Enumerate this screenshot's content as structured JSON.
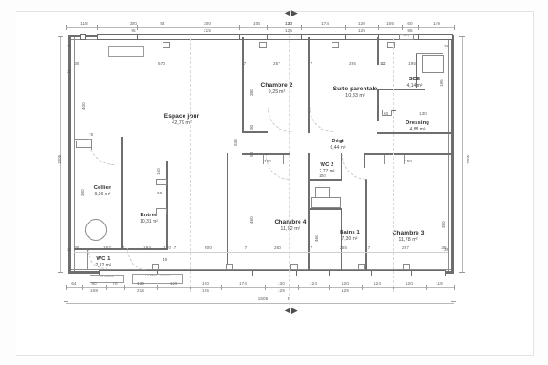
{
  "plan": {
    "type": "architectural-floor-plan",
    "language": "fr",
    "title": "Plan de maison",
    "units": "cm",
    "overall": {
      "width": "1505",
      "height_left": "1005",
      "height_right": "1005"
    }
  },
  "rooms": [
    {
      "id": "espace-jour",
      "name": "Espace jour",
      "area": "42,79 m²"
    },
    {
      "id": "chambre-2",
      "name": "Chambre 2",
      "area": "9,25 m²"
    },
    {
      "id": "suite-parentale",
      "name": "Suite parentale",
      "area": "10,33 m²"
    },
    {
      "id": "sde",
      "name": "SDE",
      "area": "4,14 m²"
    },
    {
      "id": "dressing",
      "name": "Dressing",
      "area": "4,88 m²"
    },
    {
      "id": "degt",
      "name": "Dégt",
      "area": "6,44 m²"
    },
    {
      "id": "wc-2",
      "name": "WC 2",
      "area": "2,77 m²"
    },
    {
      "id": "chambre-4",
      "name": "Chambre 4",
      "area": "11,92 m²"
    },
    {
      "id": "bains-1",
      "name": "Bains 1",
      "area": "7,30 m²"
    },
    {
      "id": "chambre-3",
      "name": "Chambre 3",
      "area": "11,78 m²"
    },
    {
      "id": "cellier",
      "name": "Cellier",
      "area": "6,26 m²"
    },
    {
      "id": "entree",
      "name": "Entrée",
      "area": "10,31 m²"
    },
    {
      "id": "wc-1",
      "name": "WC 1",
      "area": "2,12 m²"
    }
  ],
  "dimensions": {
    "top_upper": [
      "118",
      "200",
      "54",
      "300",
      "104",
      "120",
      "174",
      "120",
      "106",
      "60",
      "149"
    ],
    "top_lower": [
      "95",
      "215",
      "125",
      "125",
      "95"
    ],
    "top_center_marker": "130",
    "bottom_upper": [
      "64",
      "90",
      "70",
      "130",
      "130",
      "120",
      "174",
      "130",
      "124",
      "120",
      "124",
      "120",
      "119"
    ],
    "bottom_lower": [
      "108",
      "215",
      "125",
      "125",
      "125"
    ],
    "bottom_total": "1505",
    "bottom_center_marker": "5",
    "left": [
      "36",
      "400",
      "76",
      "36",
      "300",
      "36",
      "1005"
    ],
    "right": [
      "1005",
      "36",
      "36"
    ],
    "interior_top_row": [
      "36",
      "670",
      "7",
      "257",
      "7",
      "285",
      "12",
      "195",
      "15"
    ],
    "interior_mid": [
      "533",
      "90",
      "90",
      "150",
      "150",
      "40",
      "60"
    ],
    "interior_bottom_row": [
      "36",
      "162",
      "7",
      "194",
      "170",
      "7",
      "300",
      "7",
      "260",
      "7",
      "265",
      "7",
      "257",
      "36"
    ],
    "interior_misc": [
      "150",
      "45",
      "100",
      "460",
      "380",
      "60",
      "130"
    ]
  },
  "annotations": {
    "note_left": "TR Mouche",
    "note_center": "LD 88001 - anté\nEst",
    "wc_tag": "WC)",
    "sde_tag": "SDE"
  },
  "colors": {
    "wall": "#6e6e6e",
    "wall_thin": "#8d8d8d",
    "dimension_text": "#5d5d5d",
    "room_name": "#2e2e2e",
    "background": "#ffffff",
    "axis": "#d9d9d9"
  }
}
